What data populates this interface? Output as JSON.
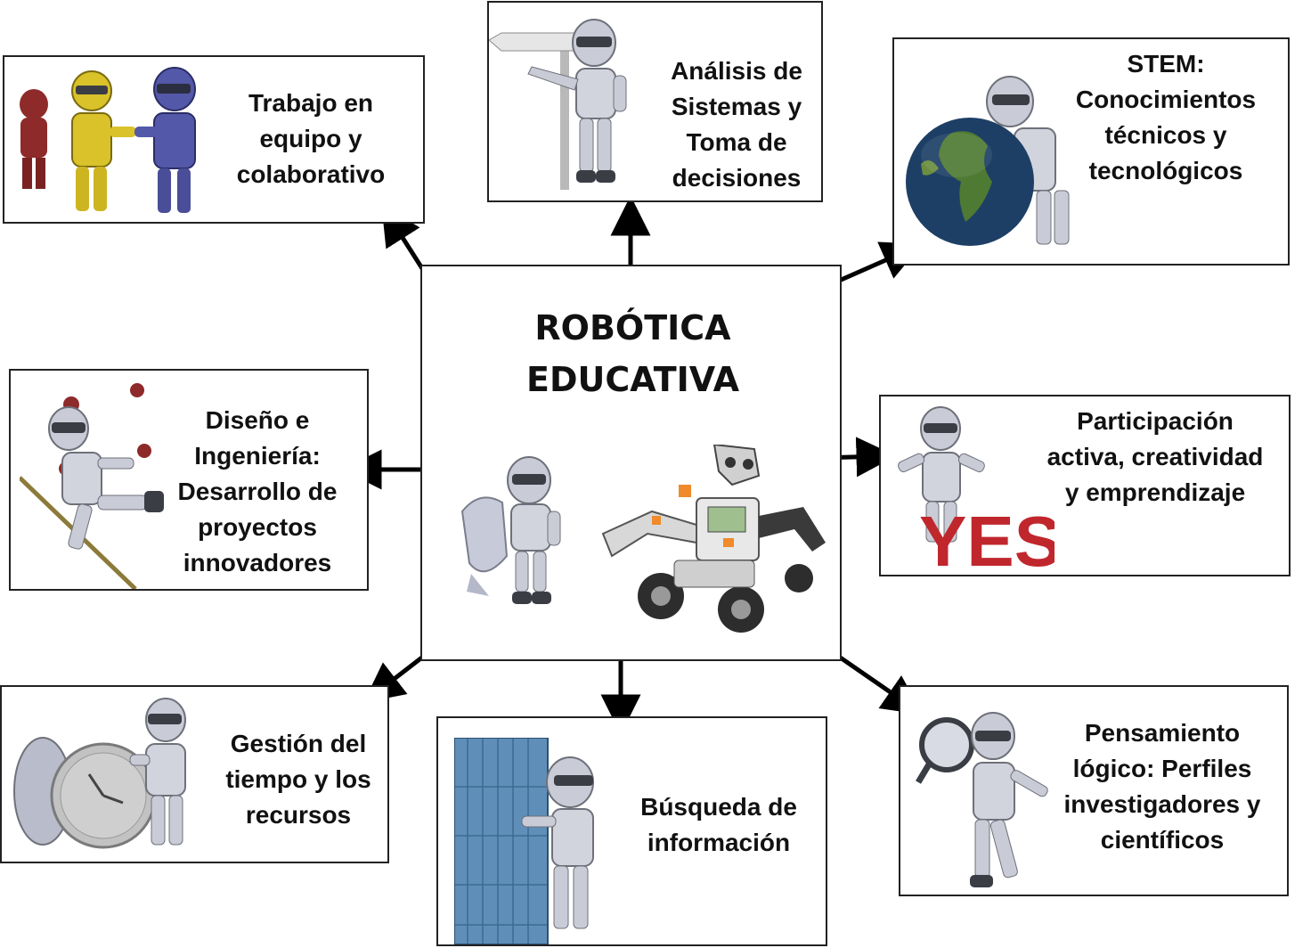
{
  "center": {
    "title_line1": "ROBÓTICA",
    "title_line2": "EDUCATIVA"
  },
  "nodes": {
    "trabajo": {
      "l1": "Trabajo en",
      "l2": "equipo y",
      "l3": "colaborativo",
      "icon": "handshake-robots-icon"
    },
    "analisis": {
      "l1": "Análisis de",
      "l2": "Sistemas y",
      "l3": "Toma de",
      "l4": "decisiones",
      "icon": "signpost-robot-icon"
    },
    "stem": {
      "l1": "STEM:",
      "l2": "Conocimientos",
      "l3": "técnicos y",
      "l4": "tecnológicos",
      "icon": "globe-robot-icon"
    },
    "diseno": {
      "l1": "Diseño e",
      "l2": "Ingeniería:",
      "l3": "Desarrollo de",
      "l4": "proyectos",
      "l5": "innovadores",
      "icon": "juggling-robot-icon"
    },
    "participacion": {
      "l1": "Participación",
      "l2": "activa, creatividad",
      "l3": "y emprendizaje",
      "icon": "yes-robot-icon",
      "yes_text": "YES"
    },
    "gestion": {
      "l1": "Gestión del",
      "l2": "tiempo y los",
      "l3": "recursos",
      "icon": "stopwatch-robot-icon"
    },
    "busqueda": {
      "l1": "Búsqueda de",
      "l2": "información",
      "icon": "bookshelf-robot-icon"
    },
    "pensamiento": {
      "l1": "Pensamiento",
      "l2": "lógico: Perfiles",
      "l3": "investigadores y",
      "l4": "científicos",
      "icon": "magnifier-robot-icon"
    }
  },
  "colors": {
    "robot_body": "#c9ccd6",
    "robot_dark": "#3b3d45",
    "robot_red": "#8e2a2a",
    "robot_yellow": "#d9c22a",
    "robot_blue": "#5458a8",
    "globe_ocean": "#1d3f66",
    "globe_land": "#4f7a33",
    "yes_red": "#c0272d",
    "shelf_blue": "#6f9cc4",
    "arrow": "#000000"
  }
}
